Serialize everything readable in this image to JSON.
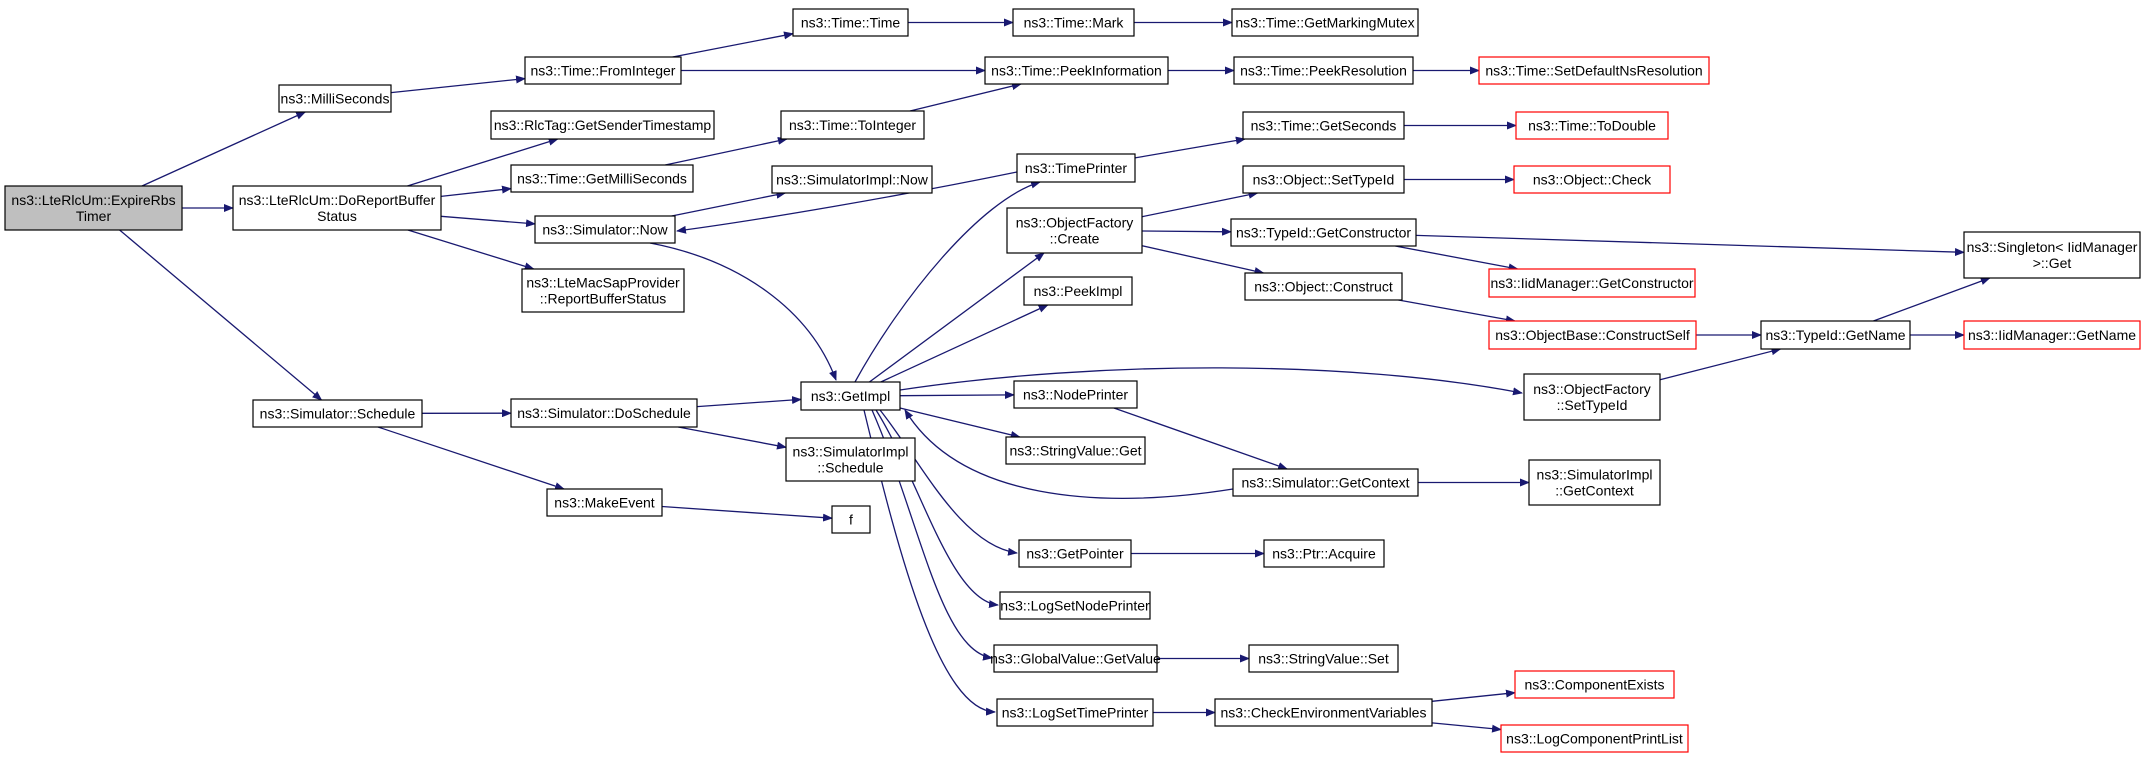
{
  "colors": {
    "edge": "#191970",
    "root_fill": "#bfbfbf",
    "node_border": "#000000",
    "external_border": "#ff0000"
  },
  "nodes": [
    {
      "id": "root",
      "lines": [
        "ns3::LteRlcUm::ExpireRbs",
        "Timer"
      ],
      "style": "root"
    },
    {
      "id": "ms",
      "lines": [
        "ns3::MilliSeconds"
      ]
    },
    {
      "id": "dorbs",
      "lines": [
        "ns3::LteRlcUm::DoReportBuffer",
        "Status"
      ]
    },
    {
      "id": "sched",
      "lines": [
        "ns3::Simulator::Schedule"
      ]
    },
    {
      "id": "fromint",
      "lines": [
        "ns3::Time::FromInteger"
      ]
    },
    {
      "id": "timetime",
      "lines": [
        "ns3::Time::Time"
      ]
    },
    {
      "id": "mark",
      "lines": [
        "ns3::Time::Mark"
      ]
    },
    {
      "id": "markmutex",
      "lines": [
        "ns3::Time::GetMarkingMutex"
      ]
    },
    {
      "id": "peekinfo",
      "lines": [
        "ns3::Time::PeekInformation"
      ]
    },
    {
      "id": "peekres",
      "lines": [
        "ns3::Time::PeekResolution"
      ]
    },
    {
      "id": "setdefres",
      "lines": [
        "ns3::Time::SetDefaultNsResolution"
      ],
      "style": "external"
    },
    {
      "id": "rlctag",
      "lines": [
        "ns3::RlcTag::GetSenderTimestamp"
      ]
    },
    {
      "id": "getms",
      "lines": [
        "ns3::Time::GetMilliSeconds"
      ]
    },
    {
      "id": "toint",
      "lines": [
        "ns3::Time::ToInteger"
      ]
    },
    {
      "id": "simnow",
      "lines": [
        "ns3::Simulator::Now"
      ]
    },
    {
      "id": "simimplnow",
      "lines": [
        "ns3::SimulatorImpl::Now"
      ]
    },
    {
      "id": "macsap",
      "lines": [
        "ns3::LteMacSapProvider",
        "::ReportBufferStatus"
      ]
    },
    {
      "id": "timeprinter",
      "lines": [
        "ns3::TimePrinter"
      ]
    },
    {
      "id": "getseconds",
      "lines": [
        "ns3::Time::GetSeconds"
      ]
    },
    {
      "id": "todouble",
      "lines": [
        "ns3::Time::ToDouble"
      ],
      "style": "external"
    },
    {
      "id": "ofcreate",
      "lines": [
        "ns3::ObjectFactory",
        "::Create"
      ]
    },
    {
      "id": "settypeid",
      "lines": [
        "ns3::Object::SetTypeId"
      ]
    },
    {
      "id": "objcheck",
      "lines": [
        "ns3::Object::Check"
      ],
      "style": "external"
    },
    {
      "id": "getctor",
      "lines": [
        "ns3::TypeId::GetConstructor"
      ]
    },
    {
      "id": "singleton",
      "lines": [
        "ns3::Singleton< IidManager",
        ">::Get"
      ]
    },
    {
      "id": "iidgetctor",
      "lines": [
        "ns3::IidManager::GetConstructor"
      ],
      "style": "external"
    },
    {
      "id": "objconstruct",
      "lines": [
        "ns3::Object::Construct"
      ]
    },
    {
      "id": "peekimpl",
      "lines": [
        "ns3::PeekImpl"
      ]
    },
    {
      "id": "constructself",
      "lines": [
        "ns3::ObjectBase::ConstructSelf"
      ],
      "style": "external"
    },
    {
      "id": "tidgetname",
      "lines": [
        "ns3::TypeId::GetName"
      ]
    },
    {
      "id": "iidgetname",
      "lines": [
        "ns3::IidManager::GetName"
      ],
      "style": "external"
    },
    {
      "id": "dosched",
      "lines": [
        "ns3::Simulator::DoSchedule"
      ]
    },
    {
      "id": "getimpl",
      "lines": [
        "ns3::GetImpl"
      ]
    },
    {
      "id": "nodeprinter",
      "lines": [
        "ns3::NodePrinter"
      ]
    },
    {
      "id": "ofsettypeid",
      "lines": [
        "ns3::ObjectFactory",
        "::SetTypeId"
      ]
    },
    {
      "id": "simimplsched",
      "lines": [
        "ns3::SimulatorImpl",
        "::Schedule"
      ]
    },
    {
      "id": "strvalget",
      "lines": [
        "ns3::StringValue::Get"
      ]
    },
    {
      "id": "simgetctx",
      "lines": [
        "ns3::Simulator::GetContext"
      ]
    },
    {
      "id": "simimplgetctx",
      "lines": [
        "ns3::SimulatorImpl",
        "::GetContext"
      ]
    },
    {
      "id": "makeevent",
      "lines": [
        "ns3::MakeEvent"
      ]
    },
    {
      "id": "f",
      "lines": [
        "f"
      ]
    },
    {
      "id": "getpointer",
      "lines": [
        "ns3::GetPointer"
      ]
    },
    {
      "id": "ptracquire",
      "lines": [
        "ns3::Ptr::Acquire"
      ]
    },
    {
      "id": "logsetnode",
      "lines": [
        "ns3::LogSetNodePrinter"
      ]
    },
    {
      "id": "gvgetvalue",
      "lines": [
        "ns3::GlobalValue::GetValue"
      ]
    },
    {
      "id": "strvalset",
      "lines": [
        "ns3::StringValue::Set"
      ]
    },
    {
      "id": "logsettime",
      "lines": [
        "ns3::LogSetTimePrinter"
      ]
    },
    {
      "id": "checkenv",
      "lines": [
        "ns3::CheckEnvironmentVariables"
      ]
    },
    {
      "id": "compexists",
      "lines": [
        "ns3::ComponentExists"
      ],
      "style": "external"
    },
    {
      "id": "logcomplist",
      "lines": [
        "ns3::LogComponentPrintList"
      ],
      "style": "external"
    }
  ],
  "edges": [
    [
      "root",
      "ms"
    ],
    [
      "root",
      "dorbs"
    ],
    [
      "root",
      "sched"
    ],
    [
      "ms",
      "fromint"
    ],
    [
      "fromint",
      "timetime"
    ],
    [
      "fromint",
      "peekinfo"
    ],
    [
      "timetime",
      "mark"
    ],
    [
      "mark",
      "markmutex"
    ],
    [
      "peekinfo",
      "peekres"
    ],
    [
      "peekres",
      "setdefres"
    ],
    [
      "dorbs",
      "rlctag"
    ],
    [
      "dorbs",
      "getms"
    ],
    [
      "dorbs",
      "simnow"
    ],
    [
      "dorbs",
      "macsap"
    ],
    [
      "getms",
      "toint"
    ],
    [
      "toint",
      "peekinfo"
    ],
    [
      "simnow",
      "simimplnow"
    ],
    [
      "simnow",
      "getimpl"
    ],
    [
      "timeprinter",
      "simnow"
    ],
    [
      "timeprinter",
      "getseconds"
    ],
    [
      "getseconds",
      "todouble"
    ],
    [
      "ofcreate",
      "settypeid"
    ],
    [
      "ofcreate",
      "getctor"
    ],
    [
      "ofcreate",
      "objconstruct"
    ],
    [
      "settypeid",
      "objcheck"
    ],
    [
      "getctor",
      "singleton"
    ],
    [
      "getctor",
      "iidgetctor"
    ],
    [
      "objconstruct",
      "constructself"
    ],
    [
      "constructself",
      "tidgetname"
    ],
    [
      "tidgetname",
      "singleton"
    ],
    [
      "tidgetname",
      "iidgetname"
    ],
    [
      "ofsettypeid",
      "tidgetname"
    ],
    [
      "sched",
      "dosched"
    ],
    [
      "sched",
      "makeevent"
    ],
    [
      "dosched",
      "getimpl"
    ],
    [
      "dosched",
      "simimplsched"
    ],
    [
      "getimpl",
      "timeprinter"
    ],
    [
      "getimpl",
      "ofcreate"
    ],
    [
      "getimpl",
      "peekimpl"
    ],
    [
      "getimpl",
      "nodeprinter"
    ],
    [
      "getimpl",
      "ofsettypeid"
    ],
    [
      "getimpl",
      "strvalget"
    ],
    [
      "getimpl",
      "getpointer"
    ],
    [
      "getimpl",
      "logsetnode"
    ],
    [
      "getimpl",
      "gvgetvalue"
    ],
    [
      "getimpl",
      "logsettime"
    ],
    [
      "nodeprinter",
      "simgetctx"
    ],
    [
      "simgetctx",
      "getimpl"
    ],
    [
      "simgetctx",
      "simimplgetctx"
    ],
    [
      "makeevent",
      "f"
    ],
    [
      "getpointer",
      "ptracquire"
    ],
    [
      "gvgetvalue",
      "strvalset"
    ],
    [
      "logsettime",
      "checkenv"
    ],
    [
      "checkenv",
      "compexists"
    ],
    [
      "checkenv",
      "logcomplist"
    ]
  ]
}
